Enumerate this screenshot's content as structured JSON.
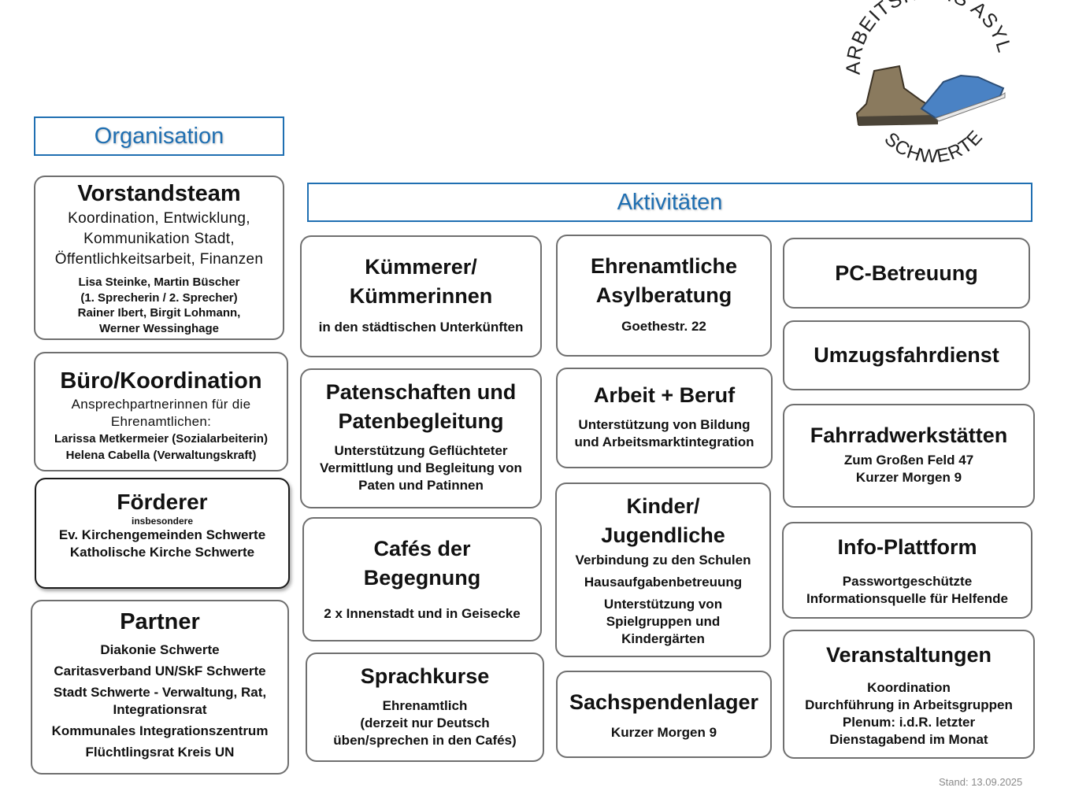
{
  "logo": {
    "top_text": "ARBEITSKREIS ASYL",
    "bottom_text": "SCHWERTE",
    "colors": {
      "boot": "#8a7a5e",
      "sneaker": "#4a82c4",
      "text": "#222222"
    }
  },
  "organisation_header": "Organisation",
  "aktivitaeten_header": "Aktivitäten",
  "vorstand": {
    "title": "Vorstandsteam",
    "desc": [
      "Koordination, Entwicklung,",
      "Kommunikation Stadt,",
      "Öffentlichkeitsarbeit, Finanzen"
    ],
    "names": [
      "Lisa Steinke, Martin Büscher",
      "(1. Sprecherin / 2. Sprecher)",
      "Rainer Ibert, Birgit Lohmann,",
      "Werner Wessinghage"
    ]
  },
  "buero": {
    "title": "Büro/Koordination",
    "desc": [
      "Ansprechpartnerinnen für die",
      "Ehrenamtlichen:"
    ],
    "names": [
      "Larissa Metkermeier (Sozialarbeiterin)",
      "Helena Cabella (Verwaltungskraft)"
    ]
  },
  "foerderer": {
    "title": "Förderer",
    "note": "insbesondere",
    "items": [
      "Ev. Kirchengemeinden Schwerte",
      "Katholische Kirche Schwerte"
    ]
  },
  "partner": {
    "title": "Partner",
    "items": [
      "Diakonie Schwerte",
      "Caritasverband UN/SkF Schwerte",
      "Stadt Schwerte - Verwaltung, Rat,",
      "Integrationsrat",
      "Kommunales Integrationszentrum",
      "Flüchtlingsrat Kreis UN"
    ]
  },
  "kuemmerer": {
    "title": [
      "Kümmerer/",
      "Kümmerinnen"
    ],
    "sub": "in den städtischen Unterkünften"
  },
  "patenschaften": {
    "title": [
      "Patenschaften und",
      "Patenbegleitung"
    ],
    "sub": [
      "Unterstützung Geflüchteter",
      "Vermittlung und Begleitung von",
      "Paten und Patinnen"
    ]
  },
  "cafes": {
    "title": [
      "Cafés der",
      "Begegnung"
    ],
    "sub": "2 x Innenstadt und in Geisecke"
  },
  "sprachkurse": {
    "title": "Sprachkurse",
    "sub": [
      "Ehrenamtlich",
      "(derzeit nur Deutsch",
      "üben/sprechen in den Cafés)"
    ]
  },
  "asylberatung": {
    "title": [
      "Ehrenamtliche",
      "Asylberatung"
    ],
    "sub": "Goethestr. 22"
  },
  "arbeit": {
    "title": "Arbeit + Beruf",
    "sub": [
      "Unterstützung von Bildung",
      "und Arbeitsmarktintegration"
    ]
  },
  "kinder": {
    "title": [
      "Kinder/",
      "Jugendliche"
    ],
    "items": [
      "Verbindung zu den Schulen",
      "Hausaufgabenbetreuung"
    ],
    "last": [
      "Unterstützung von",
      "Spielgruppen und",
      "Kindergärten"
    ]
  },
  "sachspenden": {
    "title": "Sachspendenlager",
    "sub": "Kurzer Morgen 9"
  },
  "pc": {
    "title": "PC-Betreuung"
  },
  "umzug": {
    "title": "Umzugsfahrdienst"
  },
  "fahrrad": {
    "title": "Fahrradwerkstätten",
    "sub": [
      "Zum Großen Feld 47",
      "Kurzer Morgen 9"
    ]
  },
  "info": {
    "title": "Info-Plattform",
    "sub": [
      "Passwortgeschützte",
      "Informationsquelle für Helfende"
    ]
  },
  "veranstaltungen": {
    "title": "Veranstaltungen",
    "sub": [
      "Koordination",
      "Durchführung in Arbeitsgruppen",
      "Plenum: i.d.R. letzter",
      "Dienstagabend im Monat"
    ]
  },
  "stand": "Stand: 13.09.2025"
}
